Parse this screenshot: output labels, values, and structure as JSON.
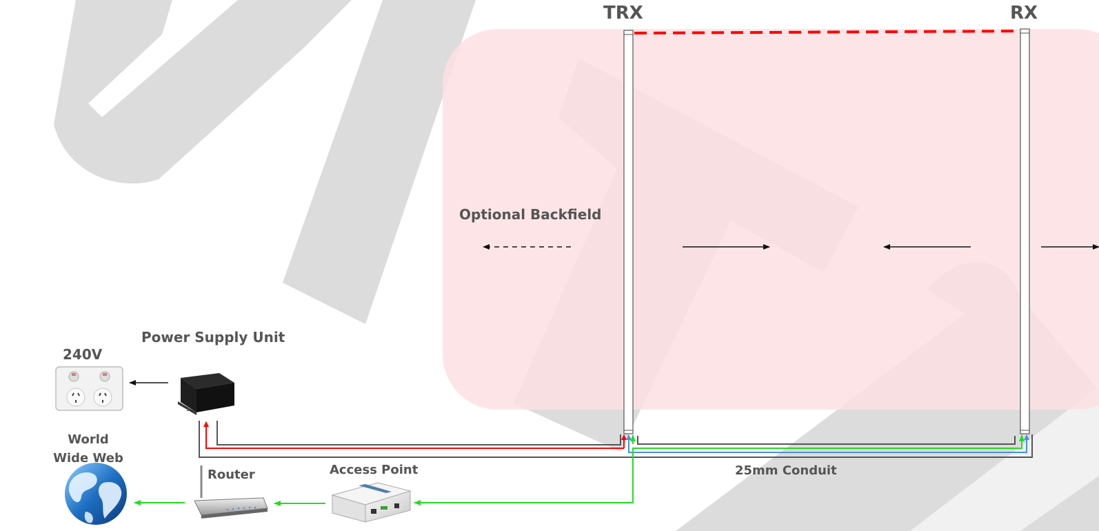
{
  "labels": {
    "trx": "TRX",
    "rx": "RX",
    "optional_backfield": "Optional Backfield",
    "power_supply_unit": "Power Supply Unit",
    "voltage": "240V",
    "world_wide_web_line1": "World",
    "world_wide_web_line2": "Wide Web",
    "router": "Router",
    "access_point": "Access Point",
    "conduit": "25mm Conduit"
  },
  "colors": {
    "detection_zone": "#fde0e3",
    "watermark": "#d9d9d9",
    "beam": "#ff0000",
    "power_cable": "#ff0000",
    "ground_cable": "#555555",
    "data_cable_green": "#22dd22",
    "data_cable_blue": "#4a90e2",
    "conduit": "#555555",
    "text": "#555555"
  },
  "icons": {
    "wall_outlet": "power-outlet-icon",
    "psu": "power-supply-box-icon",
    "globe": "globe-icon",
    "router": "router-icon",
    "access_point": "access-point-icon"
  }
}
